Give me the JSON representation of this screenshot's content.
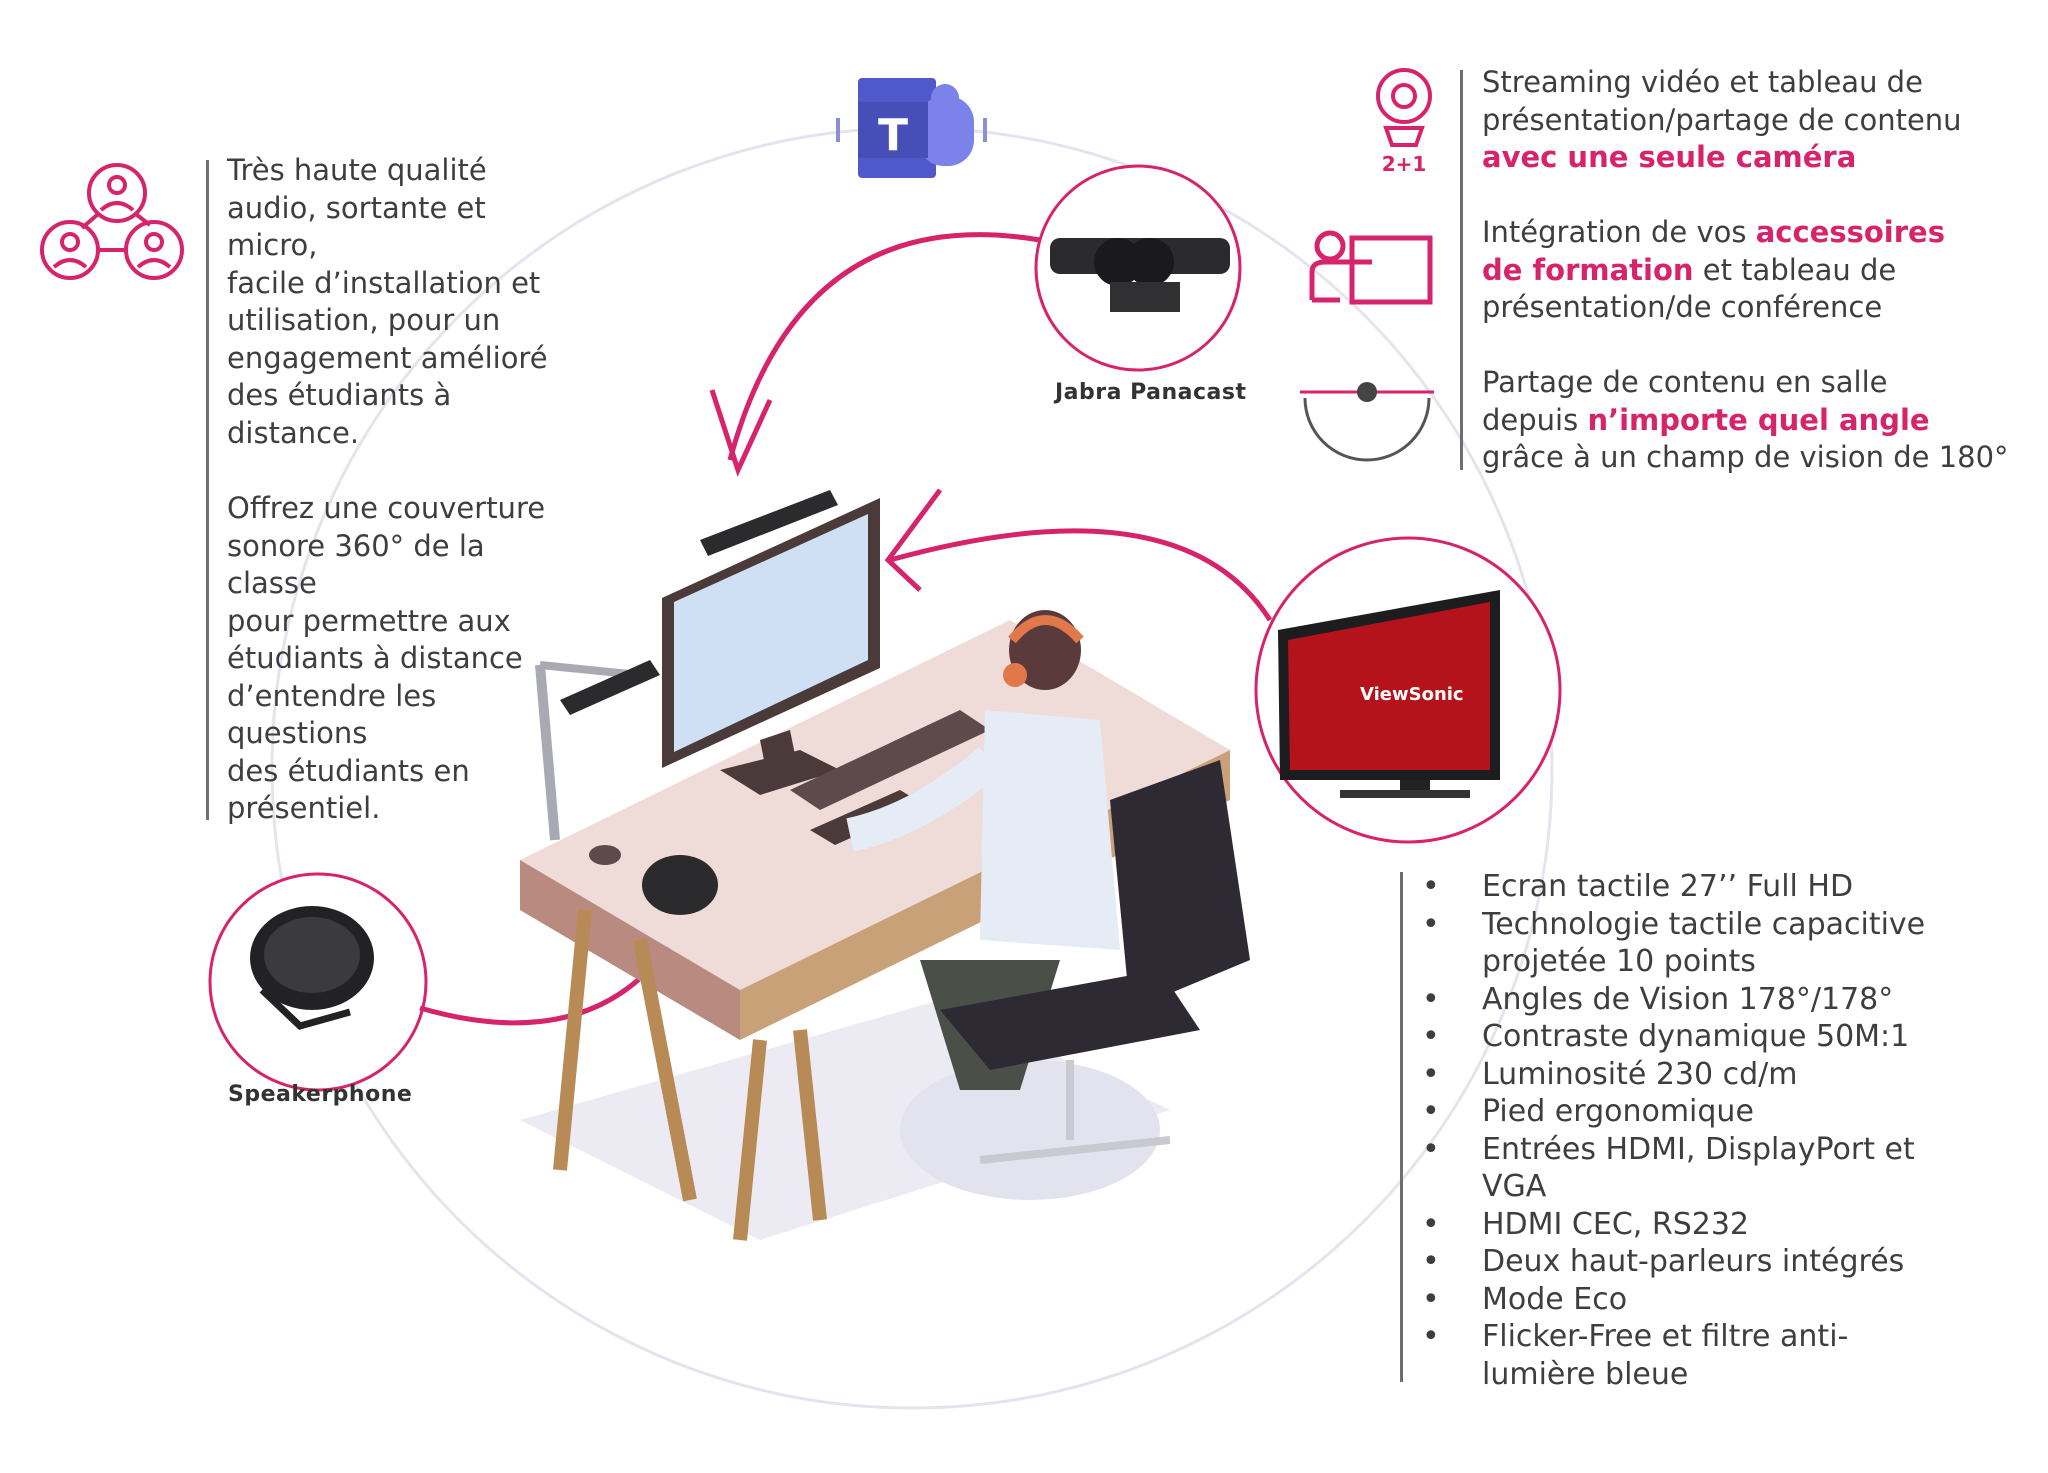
{
  "left_panel": {
    "paragraph1": "Très haute qualité\naudio, sortante et\nmicro,\nfacile d’installation et\nutilisation, pour un\nengagement amélioré\ndes étudiants à\ndistance.",
    "paragraph2": "Offrez une couverture\nsonore 360° de la\nclasse\npour permettre aux\nétudiants à distance\nd’entendre les\nquestions\ndes étudiants en\nprésentiel.",
    "icon": "people-network-icon"
  },
  "right_top_panel": {
    "feature1": {
      "text": "Streaming vidéo et tableau de\nprésentation/partage de contenu",
      "highlight": "avec une seule caméra",
      "icon": "camera-2plus1-icon",
      "icon_label": "2+1"
    },
    "feature2": {
      "text_before": "Intégration de vos ",
      "highlight1": "accessoires",
      "highlight2": "de formation",
      "text_after1": " et tableau de",
      "text_after2": "présentation/de conférence",
      "icon": "presenter-board-icon"
    },
    "feature3": {
      "text_line1": "Partage de contenu en salle",
      "text_before": "depuis ",
      "highlight": "n’importe quel angle",
      "text_line3": "grâce à un champ de vision de 180°",
      "icon": "field-of-view-180-icon"
    }
  },
  "captions": {
    "camera": "Jabra Panacast",
    "speaker": "Speakerphone"
  },
  "display_brand": "ViewSonic",
  "specs": [
    "Ecran tactile 27’’ Full HD",
    "Technologie tactile capacitive\nprojetée 10 points",
    "Angles de Vision 178°/178°",
    "Contraste dynamique 50M:1",
    "Luminosité 230 cd/m",
    "Pied ergonomique",
    "Entrées HDMI, DisplayPort et\nVGA",
    "HDMI CEC, RS232",
    "Deux haut-parleurs intégrés",
    "Mode Eco",
    "Flicker-Free et filtre anti-\nlumière bleue"
  ],
  "colors": {
    "accent": "#d6236b",
    "teams": "#5059c9",
    "text": "#3e3e3e"
  }
}
